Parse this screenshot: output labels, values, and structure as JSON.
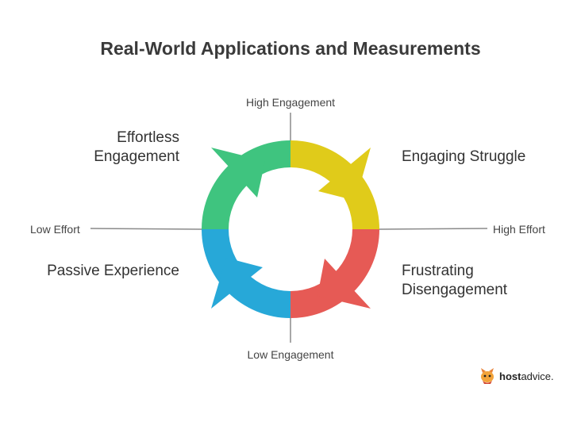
{
  "title": "Real-World Applications and Measurements",
  "axes": {
    "top": "High Engagement",
    "bottom": "Low Engagement",
    "left": "Low Effort",
    "right": "High Effort"
  },
  "quadrants": {
    "top_left": {
      "line1": "Effortless",
      "line2": "Engagement",
      "color": "#3fc47f"
    },
    "top_right": {
      "line1": "Engaging Struggle",
      "color": "#e0cb1a"
    },
    "bottom_left": {
      "line1": "Passive Experience",
      "color": "#27a8d8"
    },
    "bottom_right": {
      "line1": "Frustrating",
      "line2": "Disengagement",
      "color": "#e65a55"
    }
  },
  "logo": {
    "bold": "host",
    "rest": "advice."
  }
}
